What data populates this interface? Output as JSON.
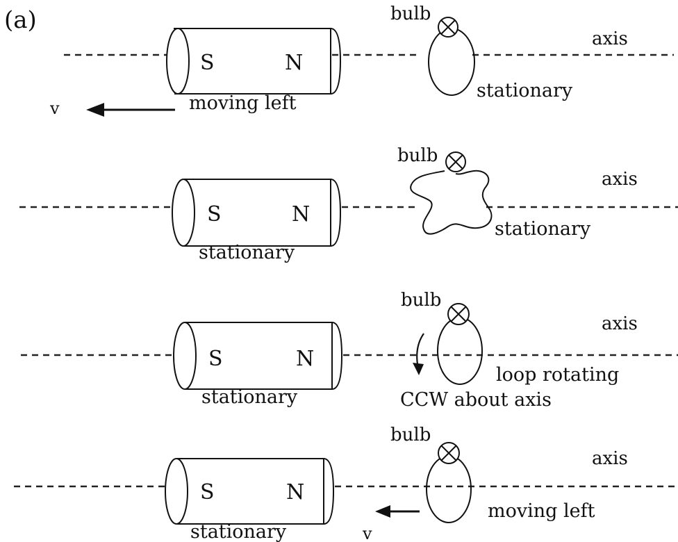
{
  "figure_label": "(a)",
  "panels": [
    {
      "bulb_label": "bulb",
      "axis_label": "axis",
      "magnet_s": "S",
      "magnet_n": "N",
      "magnet_caption": "moving left",
      "loop_caption": "stationary",
      "velocity_label": "v"
    },
    {
      "bulb_label": "bulb",
      "axis_label": "axis",
      "magnet_s": "S",
      "magnet_n": "N",
      "magnet_caption": "stationary",
      "loop_caption": "stationary"
    },
    {
      "bulb_label": "bulb",
      "axis_label": "axis",
      "magnet_s": "S",
      "magnet_n": "N",
      "magnet_caption": "stationary",
      "loop_caption": "loop rotating",
      "loop_caption_2": "CCW about axis"
    },
    {
      "bulb_label": "bulb",
      "axis_label": "axis",
      "magnet_s": "S",
      "magnet_n": "N",
      "magnet_caption": "stationary",
      "loop_caption": "moving left",
      "velocity_label": "v"
    }
  ]
}
